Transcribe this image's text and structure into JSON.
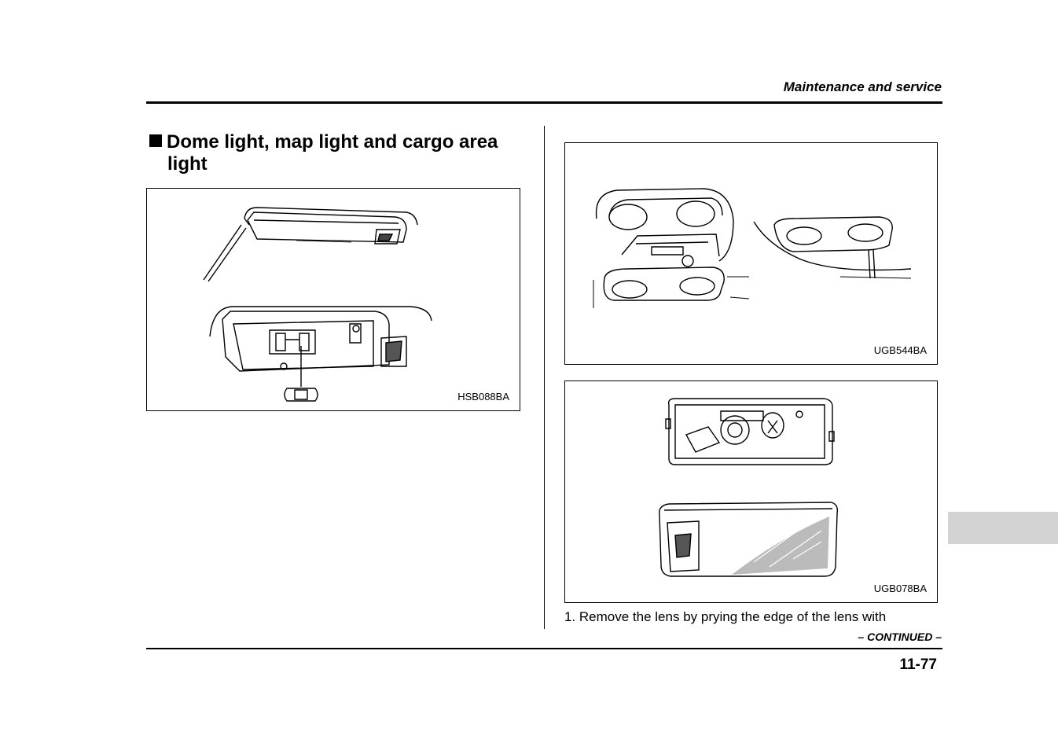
{
  "header": {
    "title": "Maintenance and service"
  },
  "section": {
    "title_line1": "Dome light, map light and cargo area",
    "title_line2": "light"
  },
  "figures": {
    "fig1_code": "HSB088BA",
    "fig2_code": "UGB544BA",
    "fig3_code": "UGB078BA"
  },
  "steps": {
    "step1": "1.  Remove the lens by prying the edge of the lens with"
  },
  "footer": {
    "continued": "– CONTINUED –",
    "page_number": "11-77"
  }
}
